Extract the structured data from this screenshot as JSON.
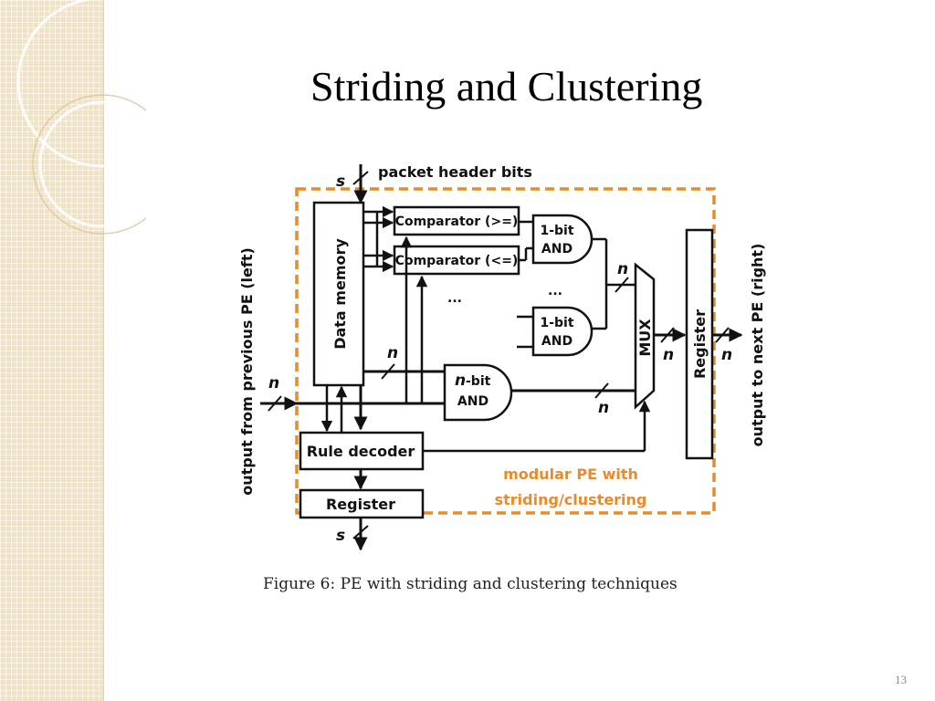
{
  "slide": {
    "title": "Striding and Clustering",
    "page_number": "13"
  },
  "figure": {
    "caption": "Figure 6: PE with striding and clustering techniques",
    "labels": {
      "packet_header_bits": "packet header bits",
      "s_top": "s",
      "s_bottom": "s",
      "data_memory": "Data memory",
      "comparator_ge": "Comparator (>=)",
      "comparator_le": "Comparator (<=)",
      "and1_line1": "1-bit",
      "and1_line2": "AND",
      "and2_line1": "1-bit",
      "and2_line2": "AND",
      "nand_line1": "-bit",
      "nand_n": "n",
      "nand_line2": "AND",
      "ellipsis_left": "...",
      "ellipsis_right": "...",
      "mux": "MUX",
      "register_right": "Register",
      "register_bottom": "Register",
      "rule_decoder": "Rule decoder",
      "output_prev": "output from previous PE (left)",
      "output_next": "output to next PE (right)",
      "modular_line1": "modular PE with",
      "modular_line2": "striding/clustering",
      "n_input": "n",
      "n_memory": "n",
      "n_mux_top": "n",
      "n_mux_out": "n",
      "n_output": "n",
      "n_and_out": "n"
    }
  },
  "colors": {
    "accent_orange": "#e98a2b",
    "strip_background": "#f3e2bf"
  }
}
